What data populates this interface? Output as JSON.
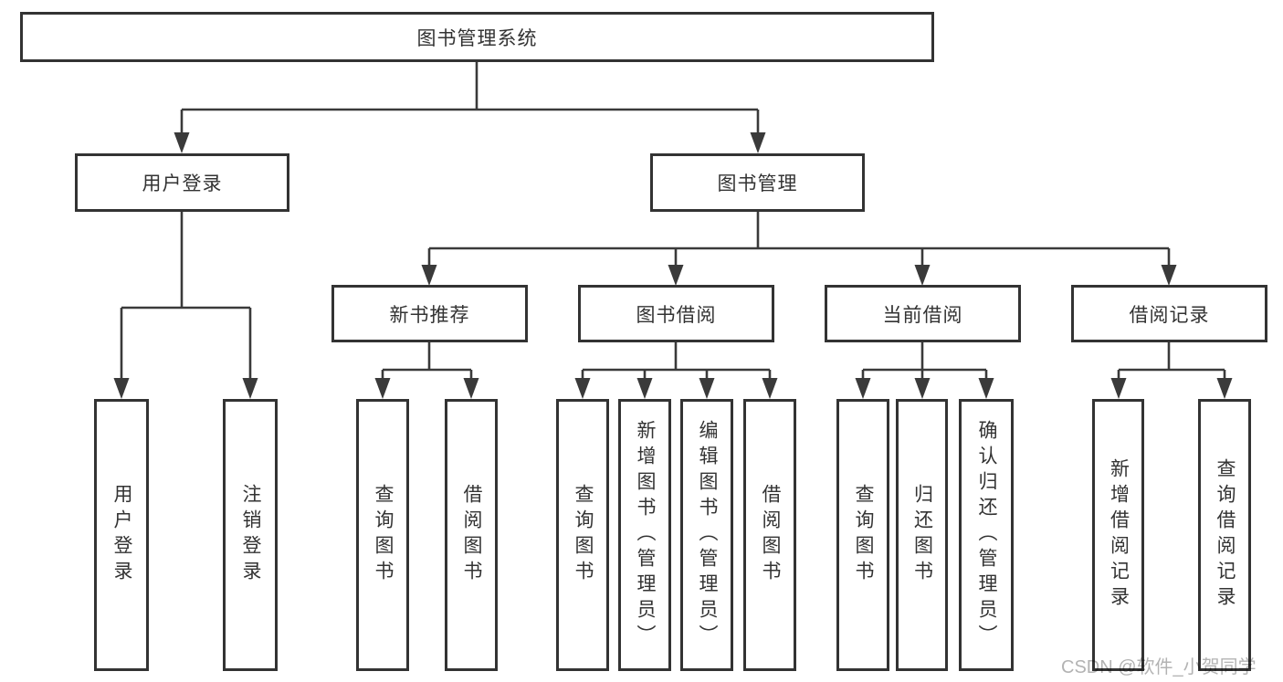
{
  "diagram_title": "图书管理系统",
  "nodes": {
    "root": "图书管理系统",
    "user_login": "用户登录",
    "book_mgmt": "图书管理",
    "new_book_rec": "新书推荐",
    "book_borrow": "图书借阅",
    "current_borrow": "当前借阅",
    "borrow_record": "借阅记录",
    "ul_login": "用户登录",
    "ul_logout": "注销登录",
    "nb_query": "查询图书",
    "nb_borrow": "借阅图书",
    "bb_query": "查询图书",
    "bb_add": "新增图书（管理员）",
    "bb_edit": "编辑图书（管理员）",
    "bb_borrow": "借阅图书",
    "cb_query": "查询图书",
    "cb_return": "归还图书",
    "cb_confirm": "确认归还（管理员）",
    "br_add": "新增借阅记录",
    "br_query": "查询借阅记录"
  },
  "hierarchy": {
    "图书管理系统": {
      "用户登录": [
        "用户登录",
        "注销登录"
      ],
      "图书管理": {
        "新书推荐": [
          "查询图书",
          "借阅图书"
        ],
        "图书借阅": [
          "查询图书",
          "新增图书（管理员）",
          "编辑图书（管理员）",
          "借阅图书"
        ],
        "当前借阅": [
          "查询图书",
          "归还图书",
          "确认归还（管理员）"
        ],
        "借阅记录": [
          "新增借阅记录",
          "查询借阅记录"
        ]
      }
    }
  },
  "watermark": {
    "text": "CSDN @软件_小贺同学"
  },
  "colors": {
    "line": "#3a3a3a",
    "box_border": "#333333",
    "text": "#333333",
    "watermark": "#b3b3b3",
    "background": "#ffffff"
  }
}
